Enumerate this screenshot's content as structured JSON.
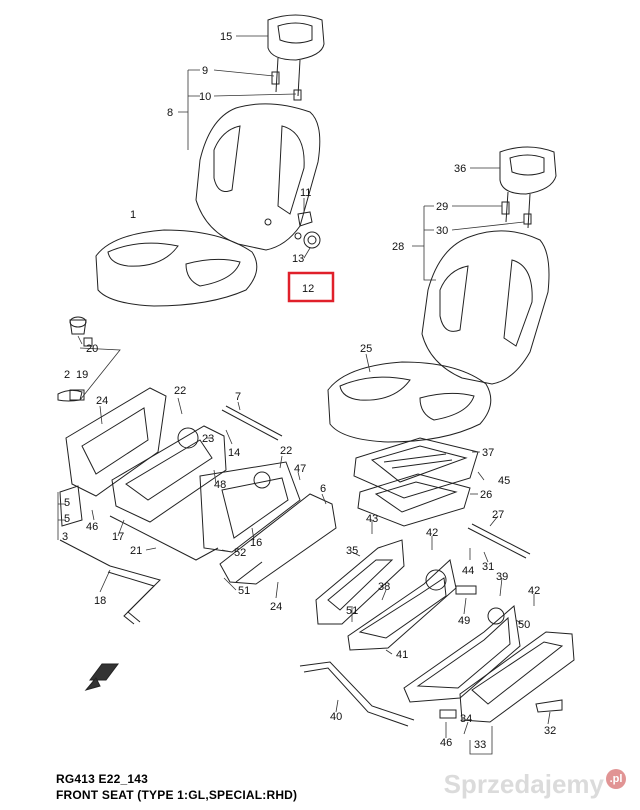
{
  "caption": {
    "code": "RG413 E22_143",
    "title": "FRONT SEAT (TYPE 1:GL,SPECIAL:RHD)"
  },
  "watermark": {
    "text": "Sprzedajemy",
    "suffix": ".pl"
  },
  "highlight": {
    "part": "12",
    "color": "#e0202a"
  },
  "callouts": {
    "p15": "15",
    "p9": "9",
    "p10": "10",
    "p8": "8",
    "p11": "11",
    "p13": "13",
    "p12": "12",
    "p36": "36",
    "p29": "29",
    "p30": "30",
    "p28": "28",
    "p25": "25",
    "p20": "20",
    "p2": "2",
    "p19": "19",
    "p24a": "24",
    "p22a": "22",
    "p7": "7",
    "p23": "23",
    "p14": "14",
    "p22b": "22",
    "p47": "47",
    "p48": "48",
    "p6": "6",
    "p5a": "5",
    "p5b": "5",
    "p46a": "46",
    "p17": "17",
    "p3": "3",
    "p21": "21",
    "p52": "52",
    "p16": "16",
    "p51a": "51",
    "p24b": "24",
    "p18": "18",
    "p37": "37",
    "p45": "45",
    "p26": "26",
    "p27": "27",
    "p43": "43",
    "p42a": "42",
    "p44": "44",
    "p31": "31",
    "p35": "35",
    "p38": "38",
    "p39": "39",
    "p42b": "42",
    "p51b": "51",
    "p49": "49",
    "p50": "50",
    "p41": "41",
    "p40": "40",
    "p34": "34",
    "p46b": "46",
    "p33": "33",
    "p32": "32",
    "p1": "1"
  }
}
